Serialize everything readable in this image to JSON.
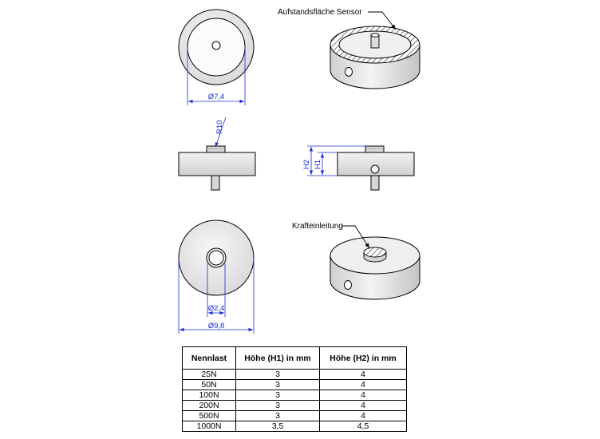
{
  "annotations": {
    "sensor_surface_label": "Aufstandsfläche Sensor",
    "force_intro_label": "Krafteinleitung"
  },
  "dimensions": {
    "sensor_surface_diameter": "Ø7,4",
    "radius": "R10",
    "pin_diameter": "Ø2,4",
    "outer_diameter": "Ø9,8",
    "height_h2": "H2",
    "height_h1": "H1"
  },
  "table": {
    "headers": [
      "Nennlast",
      "Höhe (H1) in mm",
      "Höhe (H2) in mm"
    ],
    "rows": [
      [
        "25N",
        "3",
        "4"
      ],
      [
        "50N",
        "3",
        "4"
      ],
      [
        "100N",
        "3",
        "4"
      ],
      [
        "200N",
        "3",
        "4"
      ],
      [
        "500N",
        "3",
        "4"
      ],
      [
        "1000N",
        "3,5",
        "4,5"
      ]
    ]
  },
  "colors": {
    "dimension_line": "#1a2bd6",
    "body_fill": "#e6e6e6",
    "outline": "#000000"
  }
}
